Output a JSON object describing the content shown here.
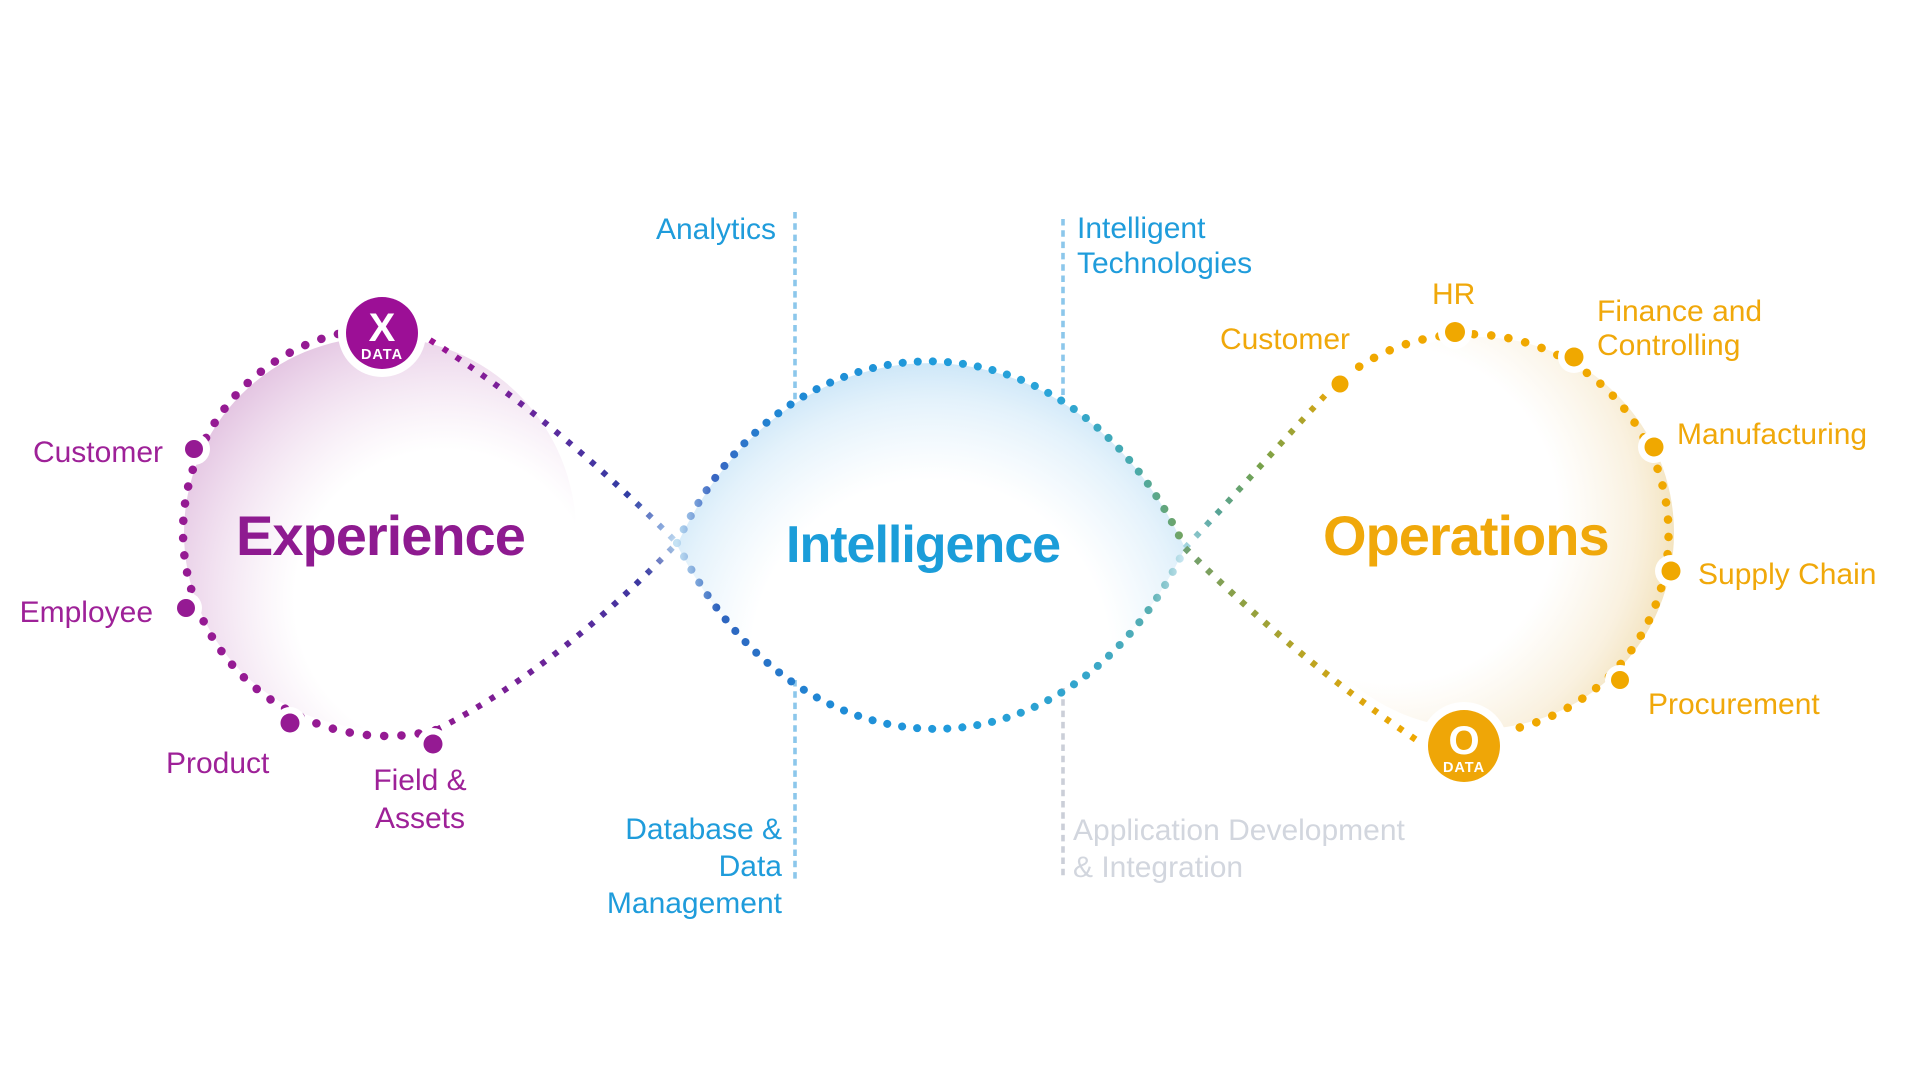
{
  "diagram": {
    "experience": {
      "title": "Experience",
      "badge": {
        "letter": "X",
        "word": "DATA"
      },
      "labels": {
        "customer": "Customer",
        "employee": "Employee",
        "product": "Product",
        "field_assets_line1": "Field &",
        "field_assets_line2": "Assets"
      }
    },
    "intelligence": {
      "title": "Intelligence"
    },
    "operations": {
      "title": "Operations",
      "badge": {
        "letter": "O",
        "word": "DATA"
      },
      "labels": {
        "customer": "Customer",
        "hr": "HR",
        "finance_line1": "Finance and",
        "finance_line2": "Controlling",
        "manufacturing": "Manufacturing",
        "supply_chain": "Supply Chain",
        "procurement": "Procurement"
      }
    },
    "guides": {
      "analytics": "Analytics",
      "intelligent_line1": "Intelligent",
      "intelligent_line2": "Technologies",
      "database_line1": "Database &",
      "database_line2": "Data Management",
      "appdev_line1": "Application Development",
      "appdev_line2": "& Integration"
    },
    "colors": {
      "purple": "#951A93",
      "blue": "#1F9CDB",
      "orange": "#F0A800",
      "gray_text": "#D2D6DE",
      "dash_blue": "#8CC7EB",
      "dash_gray": "#CBCFD8"
    }
  }
}
